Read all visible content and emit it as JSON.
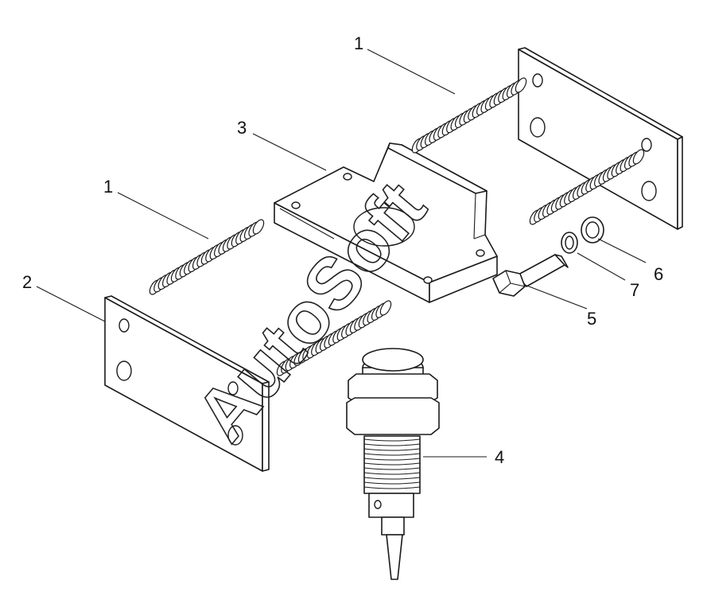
{
  "diagram": {
    "callouts": [
      {
        "id": "c1a",
        "label": "1"
      },
      {
        "id": "c1b",
        "label": "1"
      },
      {
        "id": "c2",
        "label": "2"
      },
      {
        "id": "c3",
        "label": "3"
      },
      {
        "id": "c4",
        "label": "4"
      },
      {
        "id": "c5",
        "label": "5"
      },
      {
        "id": "c6",
        "label": "6"
      },
      {
        "id": "c7",
        "label": "7"
      }
    ],
    "watermark": "AutoSoft"
  }
}
